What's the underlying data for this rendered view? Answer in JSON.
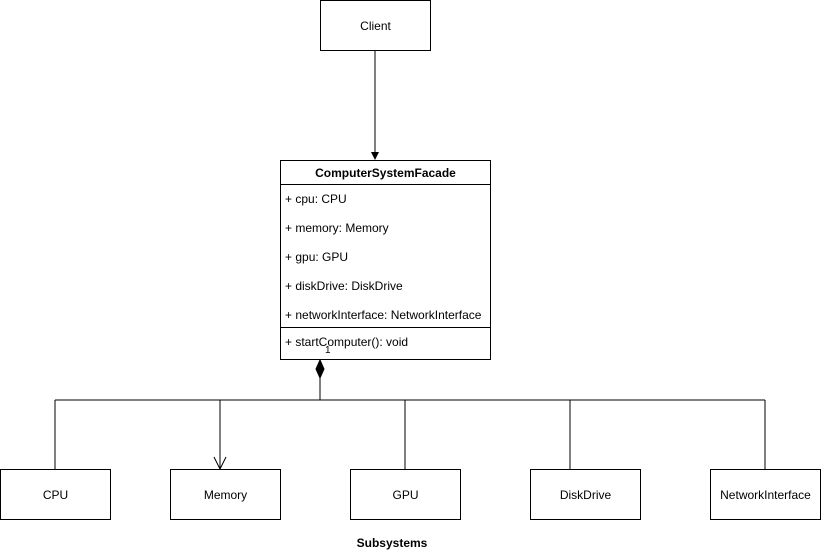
{
  "client": {
    "label": "Client"
  },
  "facade": {
    "name": "ComputerSystemFacade",
    "attributes": [
      "+ cpu: CPU",
      "+ memory: Memory",
      "+ gpu: GPU",
      "+ diskDrive: DiskDrive",
      "+ networkInterface: NetworkInterface"
    ],
    "methods": [
      "+ startComputer(): void"
    ],
    "multiplicity": "1"
  },
  "subsystems": {
    "cpu": "CPU",
    "memory": "Memory",
    "gpu": "GPU",
    "disk": "DiskDrive",
    "network": "NetworkInterface",
    "caption": "Subsystems"
  }
}
